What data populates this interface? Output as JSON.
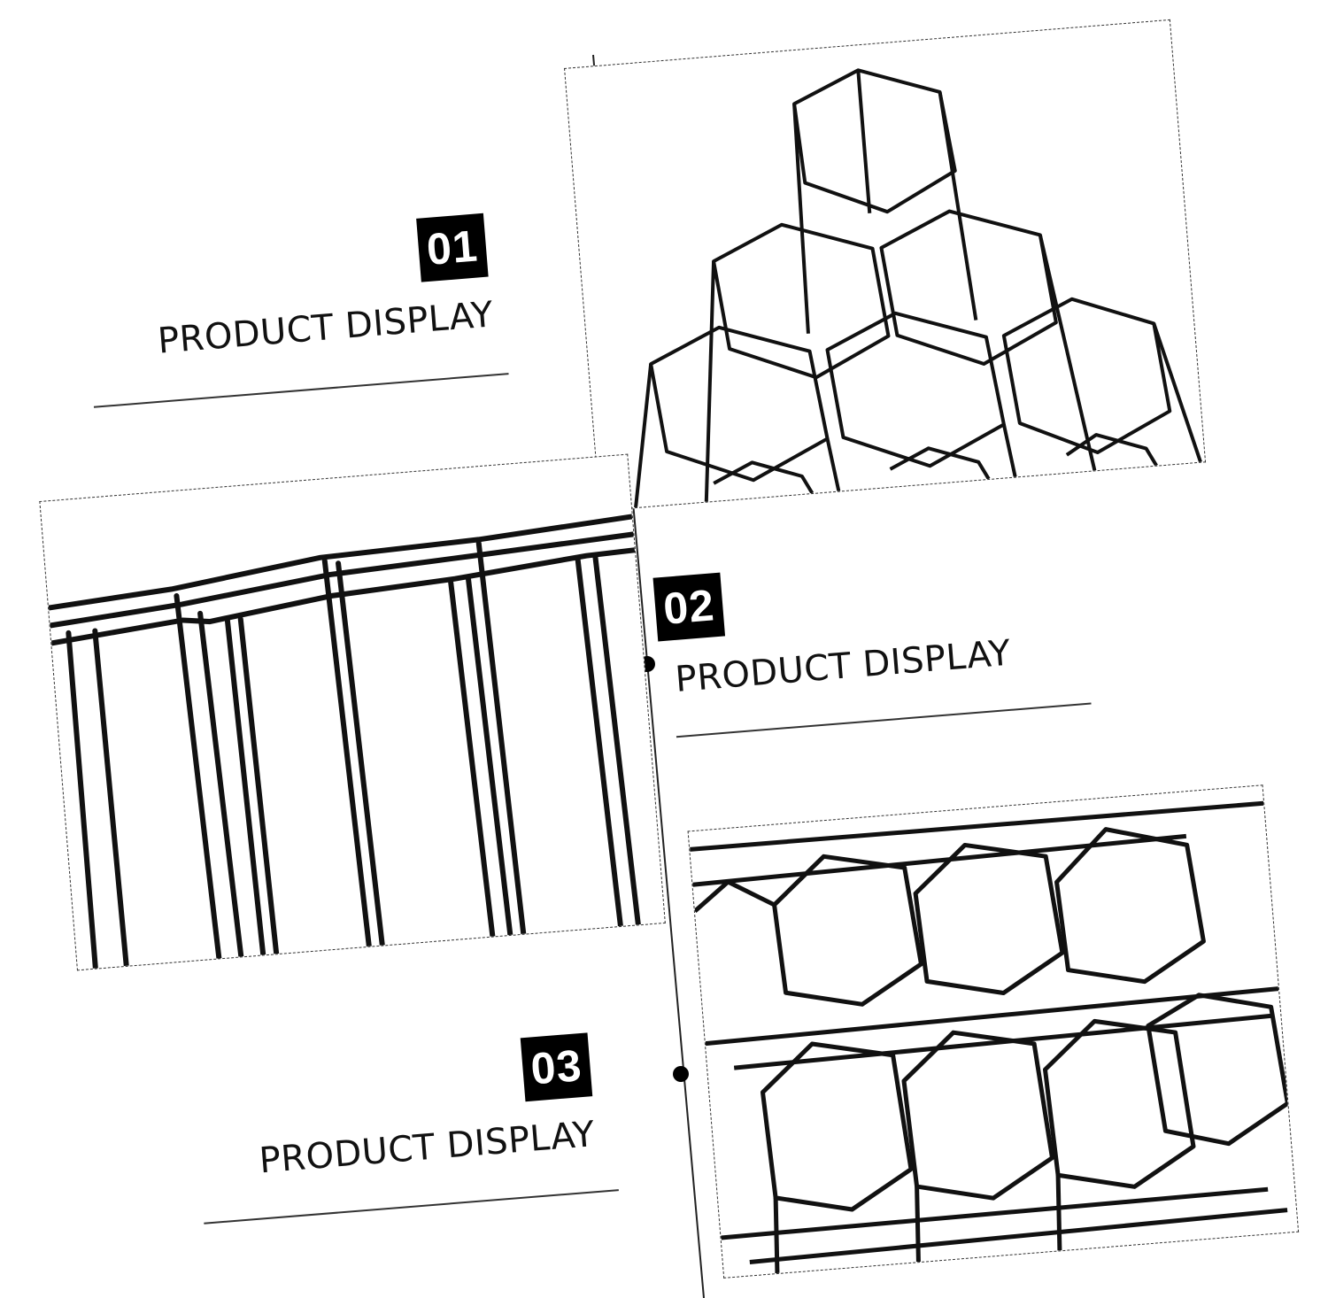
{
  "sections": [
    {
      "number": "01",
      "caption": "PRODUCT DISPLAY"
    },
    {
      "number": "02",
      "caption": "PRODUCT DISPLAY"
    },
    {
      "number": "03",
      "caption": "PRODUCT DISPLAY"
    }
  ],
  "colors": {
    "ink": "#000000",
    "paper": "#ffffff",
    "wire": "#111111"
  },
  "icons": [
    "timeline-dot-icon"
  ]
}
